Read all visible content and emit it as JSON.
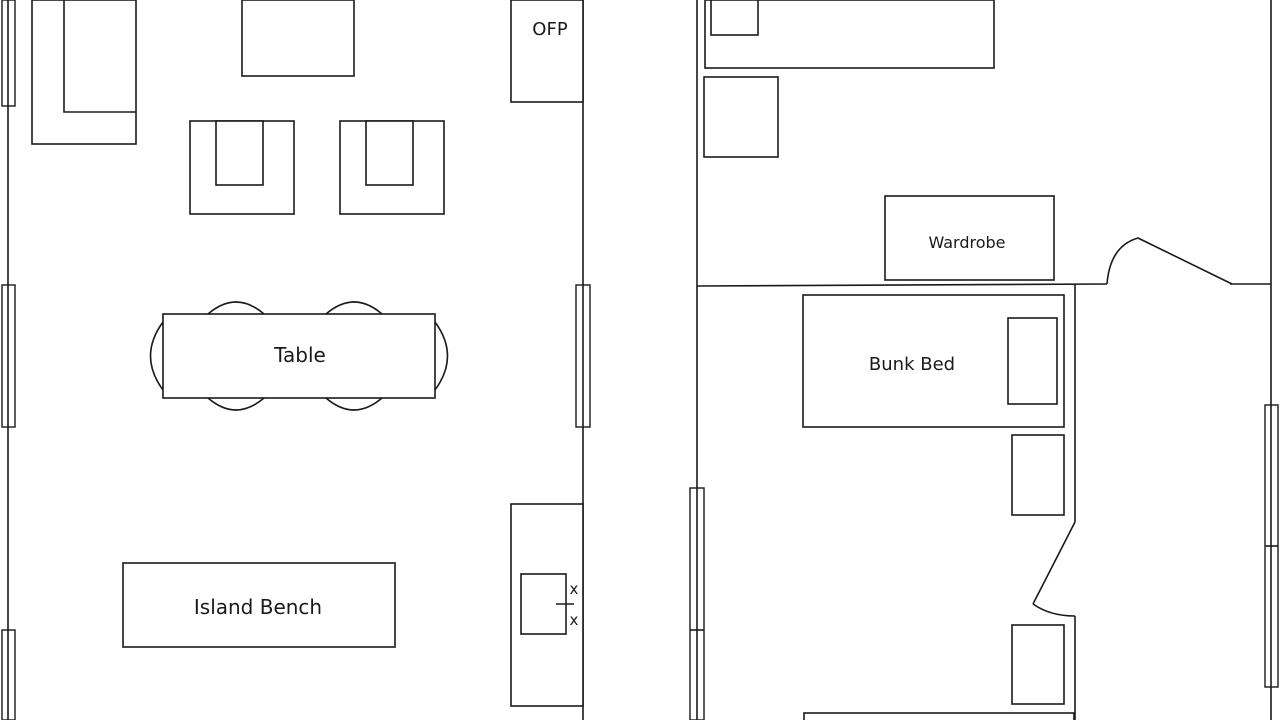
{
  "labels": {
    "ofp": "OFP",
    "table": "Table",
    "island_bench": "Island Bench",
    "wardrobe": "Wardrobe",
    "bunk_bed": "Bunk Bed",
    "tap_mark_1": "x",
    "tap_mark_2": "x"
  }
}
